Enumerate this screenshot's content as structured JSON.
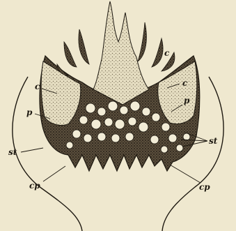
{
  "figure": {
    "background": "#efe8cf",
    "ink": "#1d1810",
    "labels": {
      "c_left": "c",
      "c_right_top": "c",
      "c_right": "c",
      "p_left": "p",
      "p_right": "p",
      "st_left": "st",
      "st_right": "st",
      "cp_left": "cp",
      "cp_right": "cp"
    }
  }
}
